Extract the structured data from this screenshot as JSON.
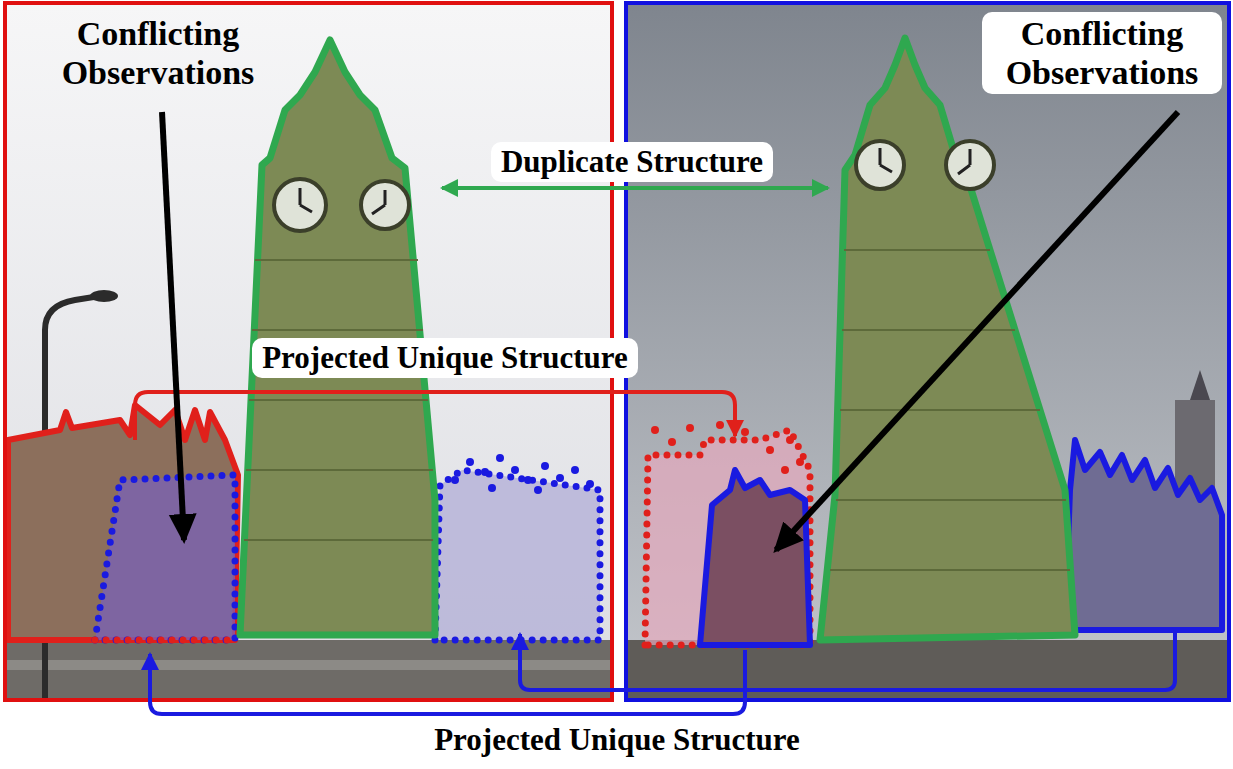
{
  "diagram": {
    "labels": [
      "Conflicting Observations",
      "Conflicting Observations",
      "Duplicate Structure",
      "Projected Unique Structure",
      "Projected Unique Structure"
    ]
  }
}
